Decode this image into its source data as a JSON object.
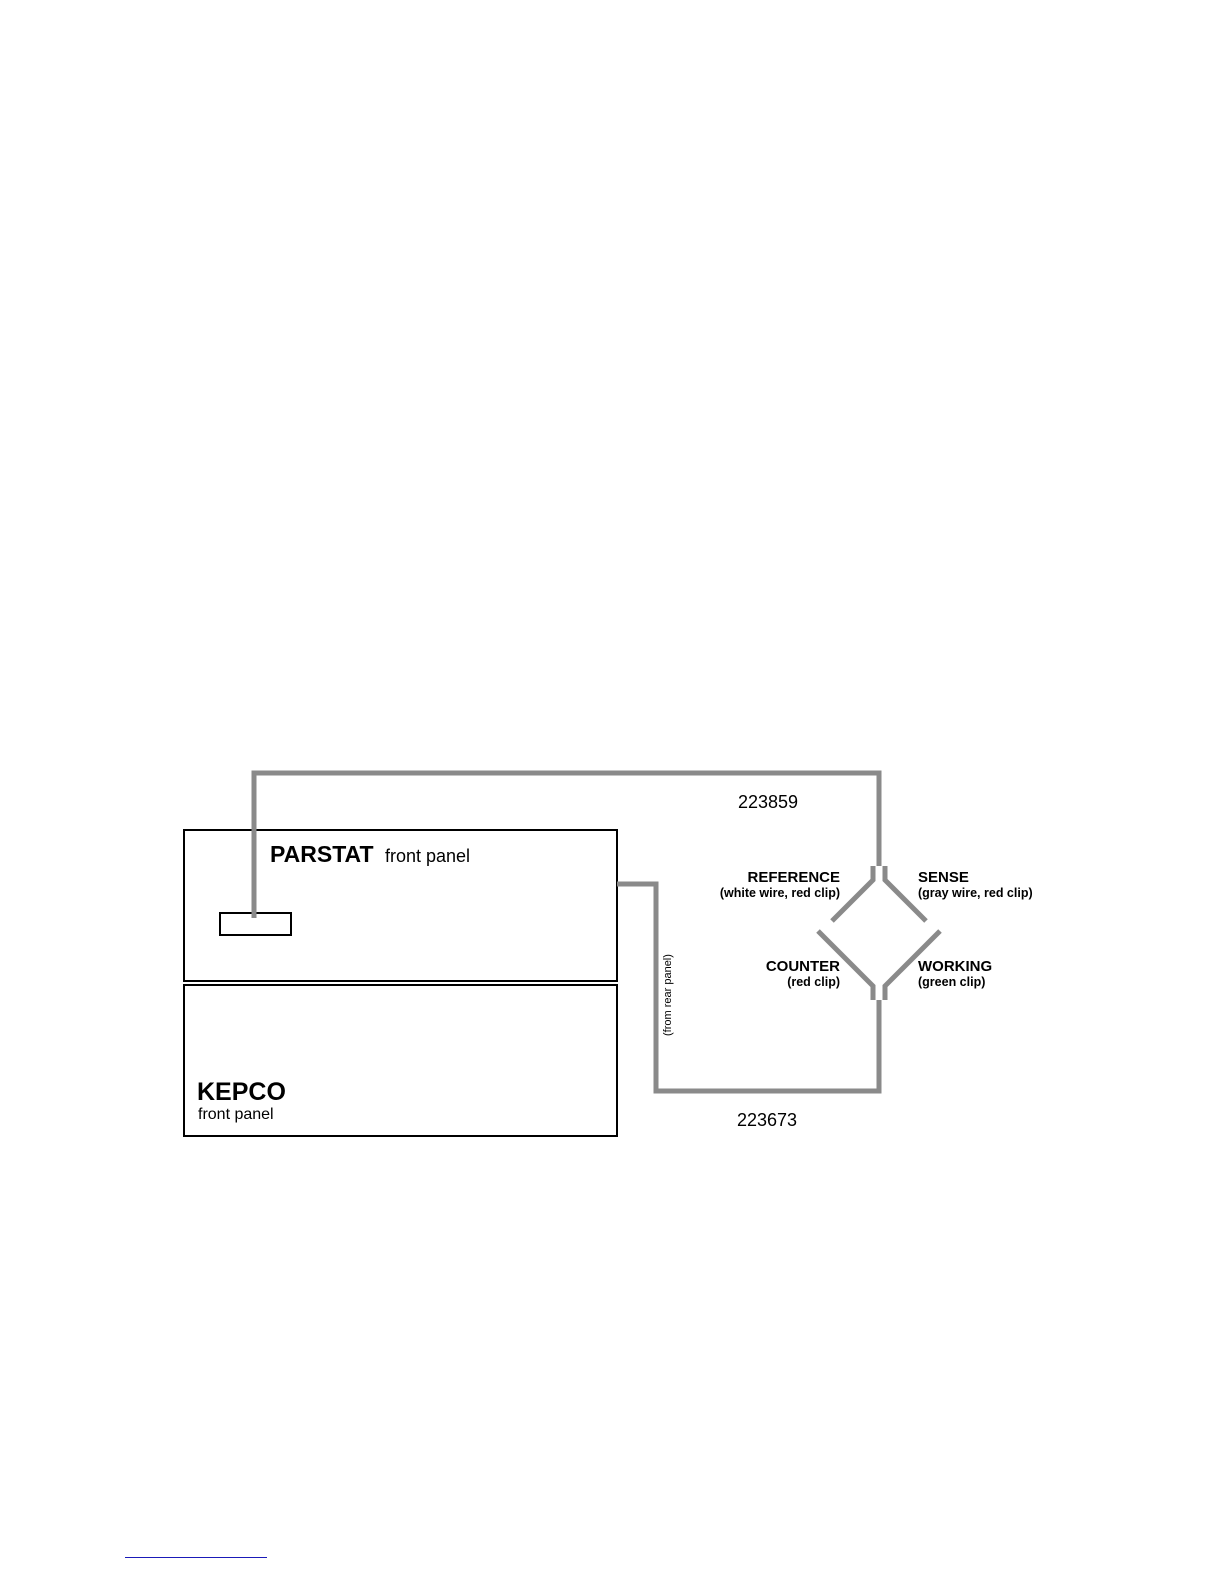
{
  "cables": {
    "top_number": "223859",
    "bottom_number": "223673",
    "rear_note": "(from rear panel)"
  },
  "parstat": {
    "name": "PARSTAT",
    "suffix": "front panel"
  },
  "kepco": {
    "name": "KEPCO",
    "suffix": "front panel"
  },
  "electrodes": {
    "reference": {
      "name": "REFERENCE",
      "detail": "(white wire, red clip)"
    },
    "sense": {
      "name": "SENSE",
      "detail": "(gray wire, red clip)"
    },
    "counter": {
      "name": "COUNTER",
      "detail": "(red clip)"
    },
    "working": {
      "name": "WORKING",
      "detail": "(green clip)"
    }
  },
  "colors": {
    "cable": "#8a8a8a",
    "outline": "#000000",
    "footnote_rule": "#1a1ab8"
  }
}
